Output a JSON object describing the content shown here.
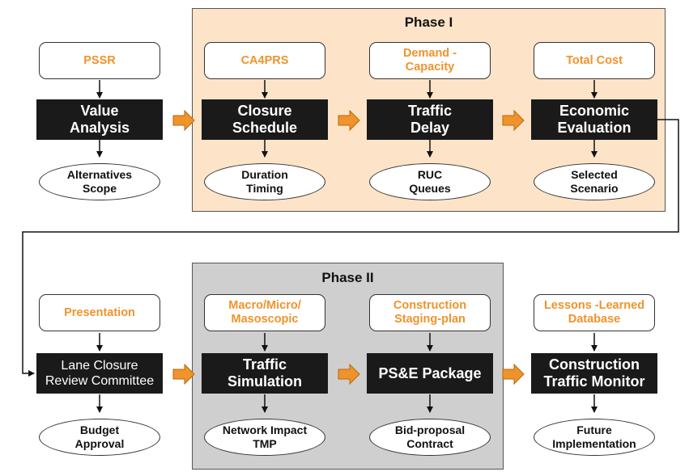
{
  "phases": {
    "phase1_title": "Phase I",
    "phase2_title": "Phase II"
  },
  "row1": {
    "col1": {
      "input": "PSSR",
      "process": "Value\nAnalysis",
      "output": "Alternatives\nScope"
    },
    "col2": {
      "input": "CA4PRS",
      "process": "Closure\nSchedule",
      "output": "Duration\nTiming"
    },
    "col3": {
      "input": "Demand -\nCapacity",
      "process": "Traffic\nDelay",
      "output": "RUC\nQueues"
    },
    "col4": {
      "input": "Total Cost",
      "process": "Economic\nEvaluation",
      "output": "Selected\nScenario"
    }
  },
  "row2": {
    "col1": {
      "input": "Presentation",
      "process": "Lane Closure\nReview Committee",
      "output": "Budget\nApproval"
    },
    "col2": {
      "input": "Macro/Micro/\nMasoscopic",
      "process": "Traffic\nSimulation",
      "output": "Network Impact\nTMP"
    },
    "col3": {
      "input": "Construction\nStaging-plan",
      "process": "PS&E Package",
      "output": "Bid-proposal\nContract"
    },
    "col4": {
      "input": "Lessons -Learned\nDatabase",
      "process": "Construction\nTraffic Monitor",
      "output": "Future\nImplementation"
    }
  },
  "colors": {
    "phase1_fill": "#fde4c8",
    "phase2_fill": "#cfcfcf",
    "input_text": "#f0932b",
    "process_fill": "#1a1a1a",
    "flow_arrow": "#f0932b"
  }
}
